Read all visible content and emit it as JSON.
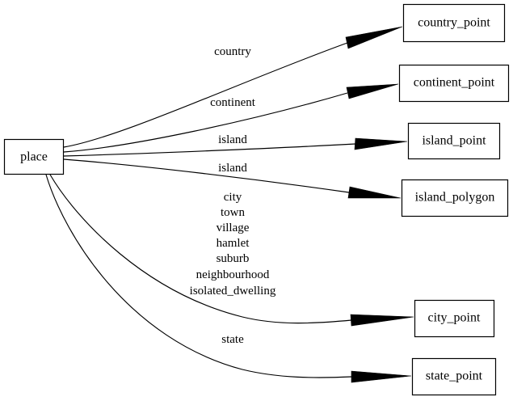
{
  "diagram": {
    "type": "directed-graph",
    "title": "place",
    "background_color": "#ffffff",
    "line_color": "#000000",
    "text_color": "#000000",
    "source_node": {
      "id": "place",
      "label": "place"
    },
    "target_nodes": [
      {
        "id": "country_point",
        "label": "country_point"
      },
      {
        "id": "continent_point",
        "label": "continent_point"
      },
      {
        "id": "island_point",
        "label": "island_point"
      },
      {
        "id": "island_polygon",
        "label": "island_polygon"
      },
      {
        "id": "city_point",
        "label": "city_point"
      },
      {
        "id": "state_point",
        "label": "state_point"
      }
    ],
    "edges": [
      {
        "from": "place",
        "to": "country_point",
        "label": "country"
      },
      {
        "from": "place",
        "to": "continent_point",
        "label": "continent"
      },
      {
        "from": "place",
        "to": "island_point",
        "label": "island"
      },
      {
        "from": "place",
        "to": "island_polygon",
        "label": "island"
      },
      {
        "from": "place",
        "to": "city_point",
        "label": "city\ntown\nvillage\nhamlet\nsuburb\nneighbourhood\nisolated_dwelling"
      },
      {
        "from": "place",
        "to": "state_point",
        "label": "state"
      }
    ],
    "edge_label_lines": {
      "country": [
        "country"
      ],
      "continent": [
        "continent"
      ],
      "island_a": [
        "island"
      ],
      "island_b": [
        "island"
      ],
      "city": [
        "city",
        "town",
        "village",
        "hamlet",
        "suburb",
        "neighbourhood",
        "isolated_dwelling"
      ],
      "state": [
        "state"
      ]
    }
  }
}
